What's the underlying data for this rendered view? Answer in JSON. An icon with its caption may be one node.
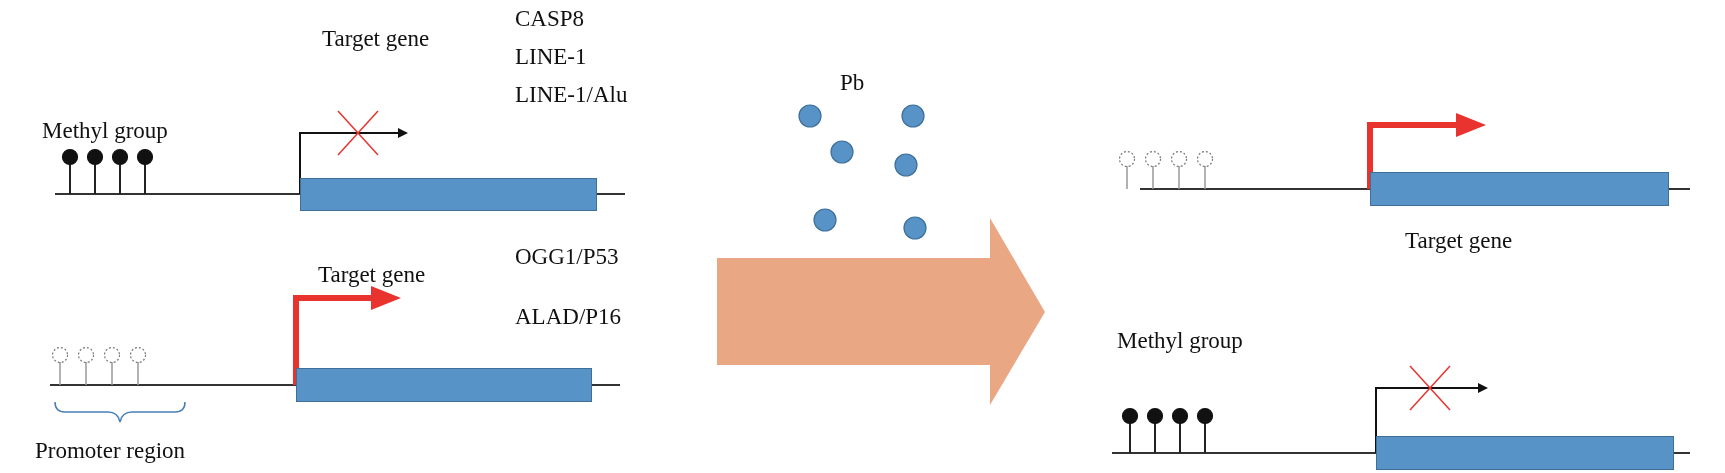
{
  "diagram": {
    "nodes": [
      {
        "text": [],
        "shape": "bar"
      },
      {
        "text": [],
        "shape": "bar",
        "beside": [
          "Target gene"
        ]
      },
      {
        "text": [],
        "shape": "bar",
        "beside": [
          "Target gene"
        ]
      },
      {
        "text": [],
        "shape": "bar"
      }
    ],
    "labels": [
      "Target gene",
      "CASP8",
      "LINE-1",
      "LINE-1/Alu",
      "Pb",
      "Methyl group",
      "OGG1/P53",
      "ALAD/P16",
      "Methyl group",
      "Promoter region"
    ]
  }
}
